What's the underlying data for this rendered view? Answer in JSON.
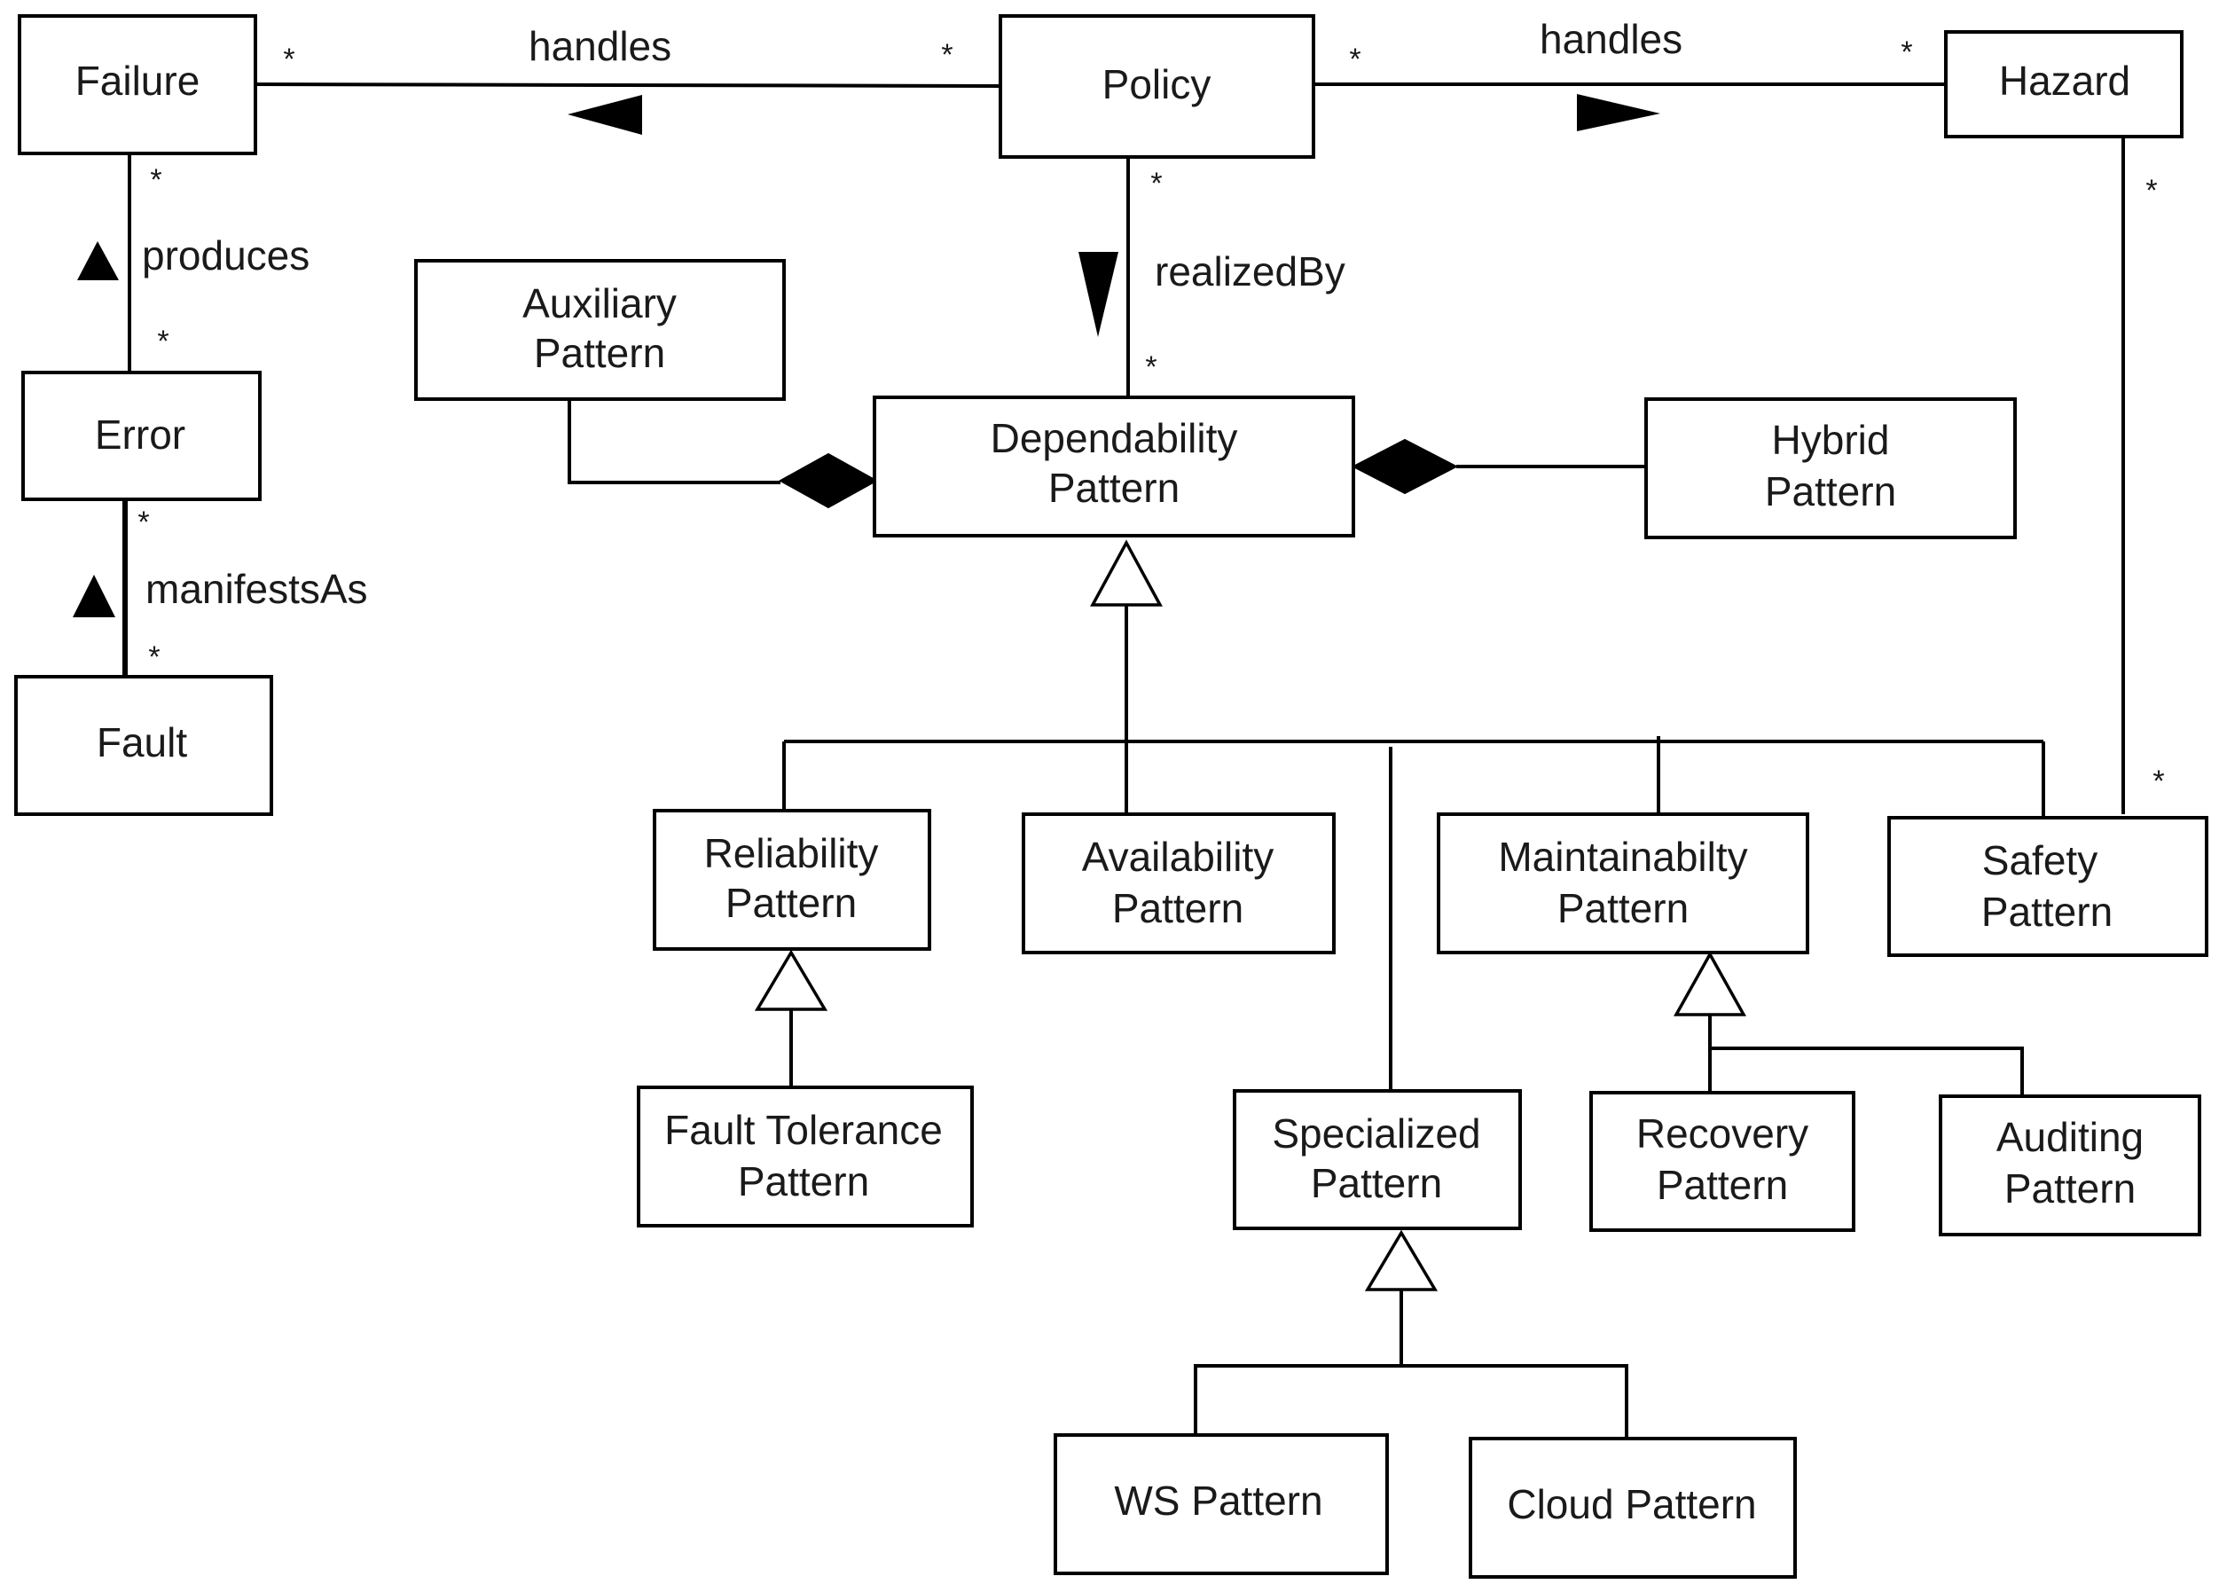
{
  "nodes": {
    "failure": {
      "lines": [
        "Failure"
      ]
    },
    "policy": {
      "lines": [
        "Policy"
      ]
    },
    "hazard": {
      "lines": [
        "Hazard"
      ]
    },
    "error": {
      "lines": [
        "Error"
      ]
    },
    "fault": {
      "lines": [
        "Fault"
      ]
    },
    "auxiliary": {
      "lines": [
        "Auxiliary",
        "Pattern"
      ]
    },
    "dependability": {
      "lines": [
        "Dependability",
        "Pattern"
      ]
    },
    "hybrid": {
      "lines": [
        "Hybrid",
        "Pattern"
      ]
    },
    "reliability": {
      "lines": [
        "Reliability",
        "Pattern"
      ]
    },
    "availability": {
      "lines": [
        "Availability",
        "Pattern"
      ]
    },
    "maintainability": {
      "lines": [
        "Maintainabilty",
        "Pattern"
      ]
    },
    "safety": {
      "lines": [
        "Safety",
        "Pattern"
      ]
    },
    "fault_tolerance": {
      "lines": [
        "Fault Tolerance",
        "Pattern"
      ]
    },
    "specialized": {
      "lines": [
        "Specialized",
        "Pattern"
      ]
    },
    "recovery": {
      "lines": [
        "Recovery",
        "Pattern"
      ]
    },
    "auditing": {
      "lines": [
        "Auditing",
        "Pattern"
      ]
    },
    "ws": {
      "lines": [
        "WS Pattern"
      ]
    },
    "cloud": {
      "lines": [
        "Cloud Pattern"
      ]
    }
  },
  "associations": {
    "failure_policy": {
      "label": "handles",
      "mult_a": "*",
      "mult_b": "*"
    },
    "policy_hazard": {
      "label": "handles",
      "mult_a": "*",
      "mult_b": "*"
    },
    "policy_dependability": {
      "label": "realizedBy",
      "mult_a": "*",
      "mult_b": "*"
    },
    "failure_error": {
      "label": "produces",
      "mult_a": "*",
      "mult_b": "*"
    },
    "error_fault": {
      "label": "manifestsAs",
      "mult_a": "*",
      "mult_b": "*"
    },
    "hazard_safety": {
      "mult_a": "*",
      "mult_b": "*"
    }
  }
}
